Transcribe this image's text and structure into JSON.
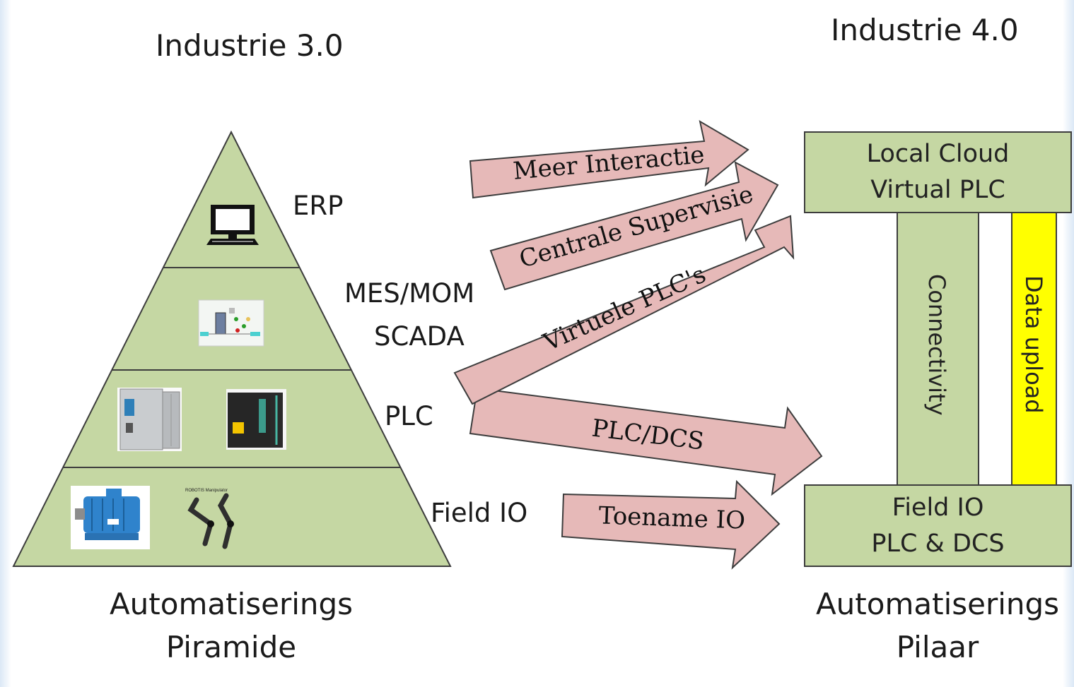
{
  "left": {
    "heading": "Industrie 3.0",
    "layers": {
      "erp": "ERP",
      "mes": "MES/MOM",
      "scada": "SCADA",
      "plc": "PLC",
      "field": "Field IO"
    },
    "caption_line1": "Automatiserings",
    "caption_line2": "Piramide"
  },
  "right": {
    "heading": "Industrie 4.0",
    "top_box": {
      "line1": "Local Cloud",
      "line2": "Virtual PLC"
    },
    "bottom_box": {
      "line1": "Field IO",
      "line2": "PLC & DCS"
    },
    "pillar_connectivity": "Connectivity",
    "pillar_data": "Data upload",
    "caption_line1": "Automatiserings",
    "caption_line2": "Pilaar"
  },
  "arrows": {
    "meer_interactie": "Meer Interactie",
    "centrale_supervisie": "Centrale Supervisie",
    "virtuele_plcs": "Virtuele PLC's",
    "plc_dcs": "PLC/DCS",
    "toename_io": "Toename IO"
  },
  "icons": [
    "computer-icon",
    "scada-screen-icon",
    "plc-module-icon",
    "controller-module-icon",
    "electric-motor-icon",
    "robot-arm-icon"
  ],
  "colors": {
    "pyramid_fill": "#c5d7a3",
    "arrow_fill": "#e6b9b8",
    "data_upload_fill": "#ffff00",
    "outline": "#3d3d3d"
  }
}
